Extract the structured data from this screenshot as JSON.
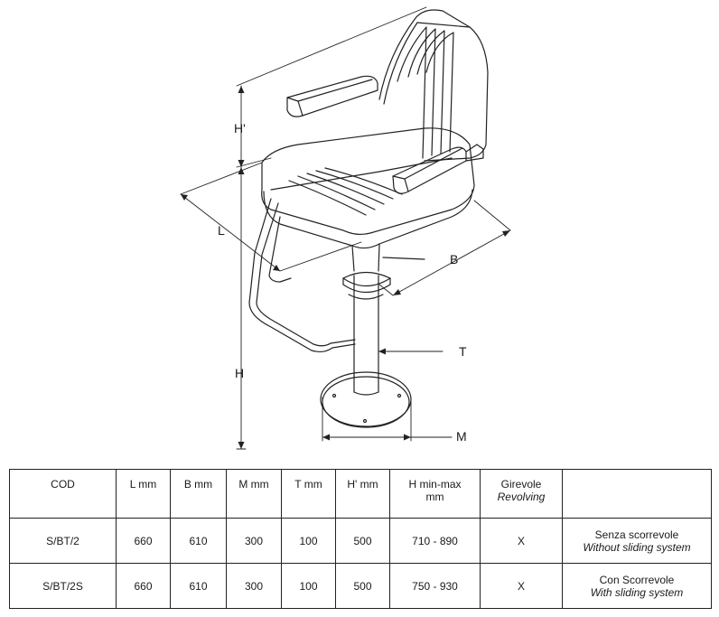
{
  "diagram": {
    "labels": {
      "h_prime": "H'",
      "l": "L",
      "b": "B",
      "h": "H",
      "t": "T",
      "m": "M"
    }
  },
  "table": {
    "headers": [
      {
        "main": "COD",
        "sub": ""
      },
      {
        "main": "L mm",
        "sub": ""
      },
      {
        "main": "B mm",
        "sub": ""
      },
      {
        "main": "M mm",
        "sub": ""
      },
      {
        "main": "T mm",
        "sub": ""
      },
      {
        "main": "H' mm",
        "sub": ""
      },
      {
        "main": "H min-max",
        "sub": "mm"
      },
      {
        "main": "Girevole",
        "sub": "Revolving"
      },
      {
        "main": "",
        "sub": ""
      }
    ],
    "rows": [
      {
        "cod": "S/BT/2",
        "l": "660",
        "b": "610",
        "m": "300",
        "t": "100",
        "hp": "500",
        "h": "710 - 890",
        "girevole": "X",
        "desc_it": "Senza scorrevole",
        "desc_en": "Without sliding system"
      },
      {
        "cod": "S/BT/2S",
        "l": "660",
        "b": "610",
        "m": "300",
        "t": "100",
        "hp": "500",
        "h": "750 - 930",
        "girevole": "X",
        "desc_it": "Con Scorrevole",
        "desc_en": "With sliding system"
      }
    ]
  }
}
